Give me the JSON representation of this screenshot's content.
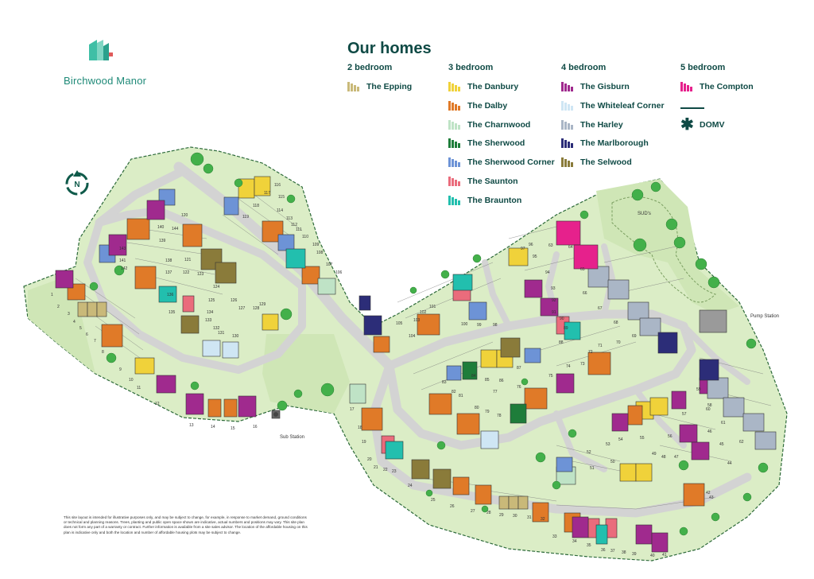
{
  "brand": {
    "name": "Birchwood Manor"
  },
  "legend": {
    "title": "Our homes",
    "columns": [
      {
        "heading": "2 bedroom",
        "homes": [
          {
            "name": "The Epping",
            "color": "#c9b979"
          }
        ]
      },
      {
        "heading": "3 bedroom",
        "homes": [
          {
            "name": "The Danbury",
            "color": "#f0d23a"
          },
          {
            "name": "The Dalby",
            "color": "#e07a28"
          },
          {
            "name": "The Charnwood",
            "color": "#bfe3c6"
          },
          {
            "name": "The Sherwood",
            "color": "#1e7d3a"
          },
          {
            "name": "The Sherwood Corner",
            "color": "#6d93d6"
          },
          {
            "name": "The Saunton",
            "color": "#ea6c7c"
          },
          {
            "name": "The Braunton",
            "color": "#22bfae"
          }
        ]
      },
      {
        "heading": "4 bedroom",
        "homes": [
          {
            "name": "The Gisburn",
            "color": "#a02a8e"
          },
          {
            "name": "The Whiteleaf Corner",
            "color": "#cfe6f4"
          },
          {
            "name": "The Harley",
            "color": "#aab6c6"
          },
          {
            "name": "The Marlborough",
            "color": "#2c2d78"
          },
          {
            "name": "The Selwood",
            "color": "#8a7b3a"
          }
        ]
      },
      {
        "heading": "5 bedroom",
        "homes": [
          {
            "name": "The Compton",
            "color": "#e6218c"
          }
        ]
      }
    ],
    "domv_label": "DOMV"
  },
  "site_labels": {
    "sub_station": "Sub Station",
    "pump_station": "Pump Station",
    "suds": "SUD's"
  },
  "disclaimer": "This site layout is intended for illustrative purposes only, and may be subject to change, for example, in response to market demand, ground conditions or technical and planning reasons. Trees, planting and public open space shown are indicative, actual numbers and positions may vary. This site plan does not form any part of a warranty or contract. Further information is available from a site sales advisor. The location of the affordable housing on this plan is indicative only and both the location and number of affordable housing plots may be subject to change.",
  "plots": [
    "1",
    "2",
    "3",
    "4",
    "5",
    "6",
    "7",
    "8",
    "9",
    "10",
    "11",
    "12",
    "13",
    "14",
    "15",
    "16",
    "17",
    "18",
    "19",
    "20",
    "21",
    "22",
    "23",
    "24",
    "25",
    "26",
    "27",
    "28",
    "29",
    "30",
    "31",
    "32",
    "33",
    "34",
    "35",
    "36",
    "37",
    "38",
    "39",
    "40",
    "41",
    "42",
    "43",
    "44",
    "45",
    "46",
    "47",
    "48",
    "49",
    "50",
    "51",
    "52",
    "53",
    "54",
    "55",
    "56",
    "57",
    "58",
    "59",
    "60",
    "61",
    "62",
    "63",
    "64",
    "65",
    "66",
    "67",
    "68",
    "69",
    "70",
    "71",
    "72",
    "73",
    "74",
    "75",
    "76",
    "77",
    "78",
    "79",
    "80",
    "81",
    "82",
    "83",
    "84",
    "85",
    "86",
    "87",
    "88",
    "89",
    "90",
    "91",
    "92",
    "93",
    "94",
    "95",
    "96",
    "97",
    "98",
    "99",
    "100",
    "101",
    "102",
    "103",
    "104",
    "105",
    "106",
    "107",
    "108",
    "109",
    "110",
    "111",
    "112",
    "113",
    "114",
    "115",
    "116",
    "117",
    "118",
    "119",
    "120",
    "121",
    "122",
    "123",
    "124",
    "125",
    "126",
    "127",
    "128",
    "129",
    "130",
    "131",
    "132",
    "133",
    "134",
    "135",
    "136",
    "137",
    "138",
    "139",
    "140",
    "141",
    "142",
    "143",
    "144"
  ]
}
